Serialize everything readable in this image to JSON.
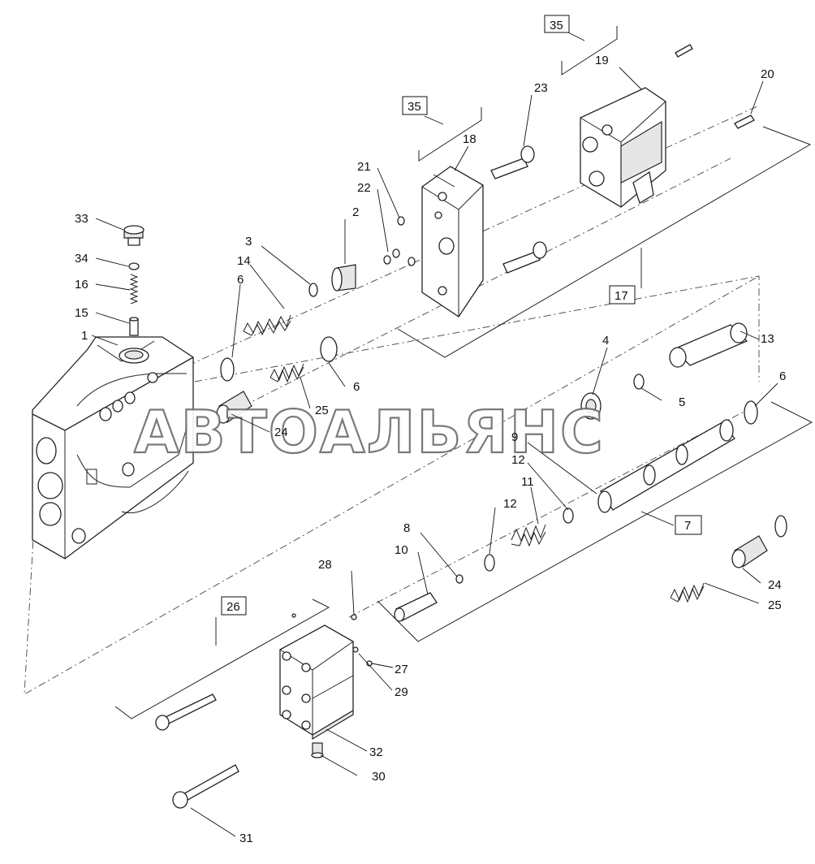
{
  "diagram": {
    "watermark": "АВТОАЛЬЯНС",
    "callouts": [
      "1",
      "2",
      "3",
      "4",
      "5",
      "6",
      "6",
      "6",
      "7",
      "8",
      "9",
      "10",
      "11",
      "12",
      "12",
      "13",
      "14",
      "15",
      "16",
      "17",
      "18",
      "19",
      "20",
      "21",
      "22",
      "23",
      "24",
      "24",
      "25",
      "25",
      "26",
      "27",
      "28",
      "29",
      "30",
      "31",
      "32",
      "33",
      "34",
      "35",
      "35"
    ],
    "group_boxes": [
      "35",
      "35",
      "17",
      "7",
      "26"
    ],
    "colors": {
      "line": "#222222",
      "watermark_stroke": "#6b6b6b",
      "background": "#ffffff"
    }
  }
}
